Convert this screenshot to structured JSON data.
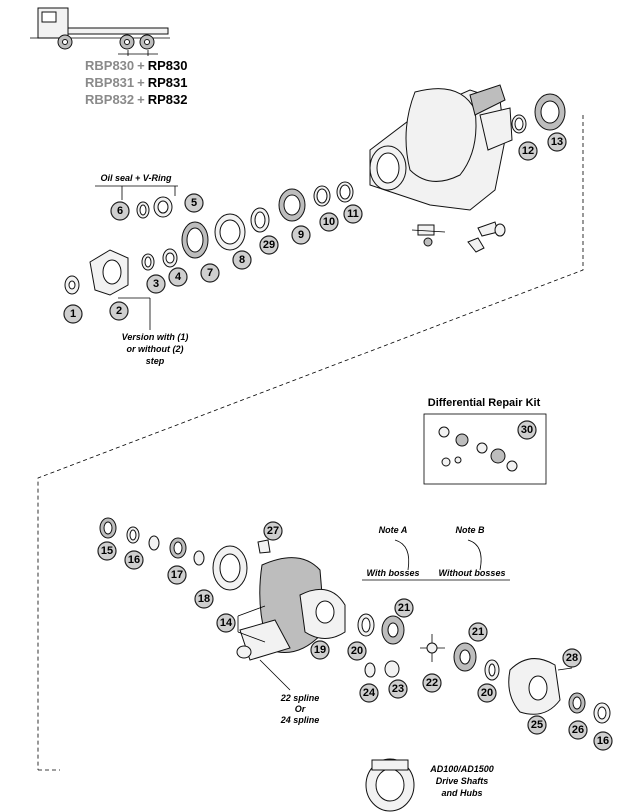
{
  "applicability": [
    {
      "code_a": "RBP830",
      "plus": "+",
      "code_b": "RP830"
    },
    {
      "code_a": "RBP831",
      "plus": "+",
      "code_b": "RP831"
    },
    {
      "code_a": "RBP832",
      "plus": "+",
      "code_b": "RP832"
    }
  ],
  "notes": {
    "oil_seal": "Oil seal + V-Ring",
    "version_1": "Version with (1)",
    "version_2": "or without (2)",
    "version_3": "step",
    "kit_title": "Differential Repair Kit",
    "note_a": "Note A",
    "note_b": "Note B",
    "with_bosses": "With bosses",
    "without_bosses": "Without bosses",
    "spline_1": "22 spline",
    "spline_2": "Or",
    "spline_3": "24 spline",
    "ad_1": "AD100/AD1500",
    "ad_2": "Drive Shafts",
    "ad_3": "and Hubs"
  },
  "parts": [
    "1",
    "2",
    "3",
    "4",
    "5",
    "6",
    "7",
    "8",
    "29",
    "9",
    "10",
    "11",
    "12",
    "13",
    "30",
    "27",
    "15",
    "16",
    "17",
    "18",
    "14",
    "19",
    "20",
    "21",
    "22",
    "23",
    "24",
    "21",
    "20",
    "28",
    "25",
    "26",
    "16"
  ],
  "colors": {
    "bubble": "#cfcfcf",
    "grey_text": "#8a8a8a"
  }
}
